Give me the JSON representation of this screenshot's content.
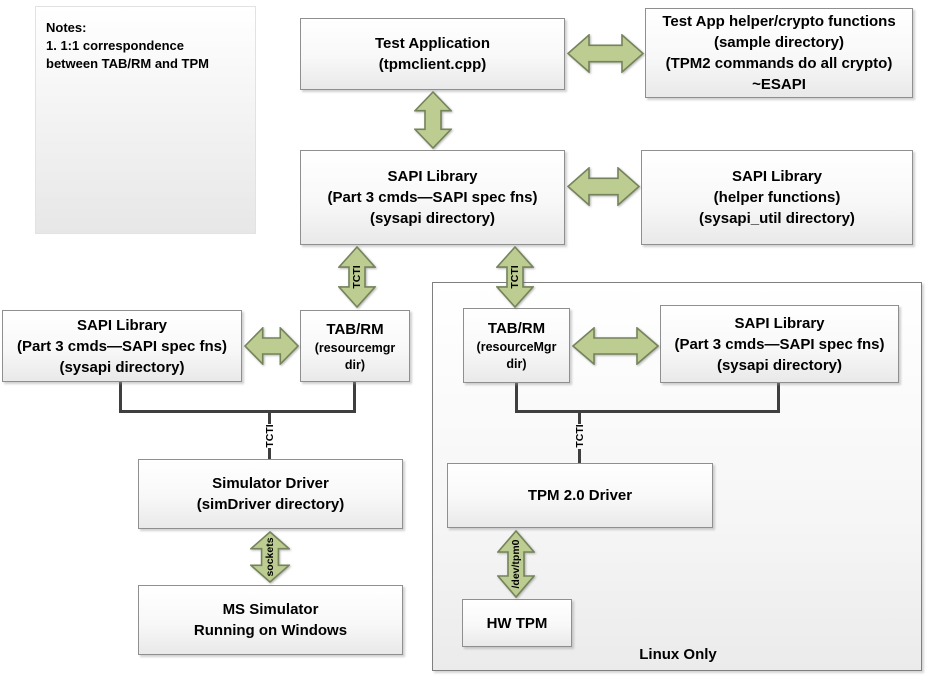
{
  "notes": {
    "lines": [
      "Notes:",
      "1.  1:1 correspondence",
      "between TAB/RM and TPM"
    ]
  },
  "boxes": {
    "test_app": {
      "lines": [
        "Test Application",
        "(tpmclient.cpp)"
      ]
    },
    "test_app_helper": {
      "lines": [
        "Test App helper/crypto functions",
        "(sample directory)",
        "(TPM2 commands do all crypto)",
        "~ESAPI"
      ]
    },
    "sapi_main": {
      "lines": [
        "SAPI Library",
        "(Part 3 cmds—SAPI spec fns)",
        "(sysapi directory)"
      ]
    },
    "sapi_helper": {
      "lines": [
        "SAPI Library",
        "(helper functions)",
        "(sysapi_util directory)"
      ]
    },
    "sapi_left": {
      "lines": [
        "SAPI Library",
        "(Part 3 cmds—SAPI spec fns)",
        "(sysapi directory)"
      ]
    },
    "tab_rm_left": {
      "lines": [
        "TAB/RM",
        "(resourcemgr",
        "dir)"
      ]
    },
    "tab_rm_linux": {
      "lines": [
        "TAB/RM",
        "(resourceMgr",
        "dir)"
      ]
    },
    "sapi_linux": {
      "lines": [
        "SAPI Library",
        "(Part 3 cmds—SAPI spec fns)",
        "(sysapi directory)"
      ]
    },
    "simulator_driver": {
      "lines": [
        "Simulator Driver",
        "(simDriver directory)"
      ]
    },
    "ms_simulator": {
      "lines": [
        "MS Simulator",
        "Running on Windows"
      ]
    },
    "tpm_driver": {
      "lines": [
        "TPM 2.0 Driver"
      ]
    },
    "hw_tpm": {
      "lines": [
        "HW TPM"
      ]
    }
  },
  "labels": {
    "tcti": "TCTI",
    "sockets": "sockets",
    "dev_tpm0": "/dev/tpm0",
    "linux_only": "Linux Only"
  },
  "colors": {
    "arrow_fill": "#bdcd92",
    "arrow_stroke": "#75835a",
    "box_border": "#8f8f8f",
    "connector": "#3f3f3f"
  }
}
